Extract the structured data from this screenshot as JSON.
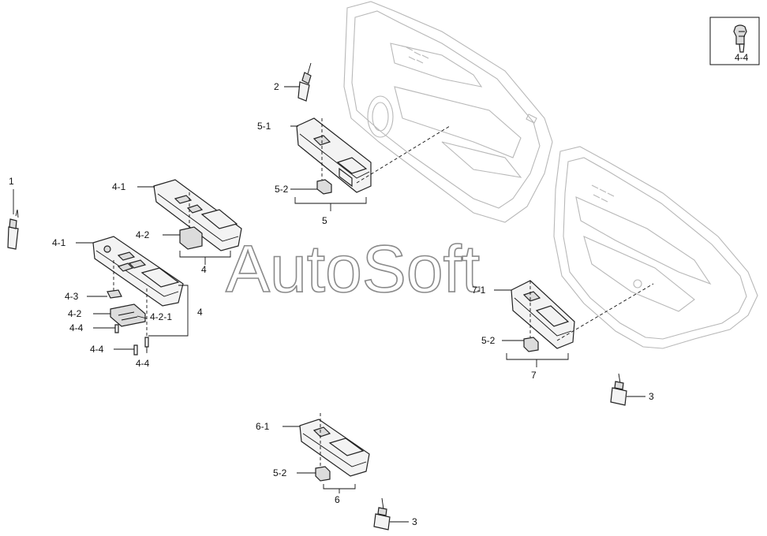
{
  "watermark": "AutoSoft",
  "inset": {
    "label": "4-4",
    "icon": "push-clip-icon"
  },
  "callouts": {
    "c1": "1",
    "c2": "2",
    "c3a": "3",
    "c3b": "3",
    "c4_1a": "4-1",
    "c4_1b": "4-1",
    "c4_2a": "4-2",
    "c4_2b": "4-2",
    "c4_2_1": "4-2-1",
    "c4_3": "4-3",
    "c4_4a": "4-4",
    "c4_4b": "4-4",
    "c4_4c": "4-4",
    "c4a": "4",
    "c4b": "4",
    "c5_1": "5-1",
    "c5_2a": "5-2",
    "c5_2b": "5-2",
    "c5_2c": "5-2",
    "c5": "5",
    "c6_1": "6-1",
    "c6": "6",
    "c7_1": "7-1",
    "c7": "7"
  },
  "colors": {
    "line": "#111111",
    "ghost": "#b8b8b8",
    "watermark_stroke": "#8a8a8a"
  }
}
